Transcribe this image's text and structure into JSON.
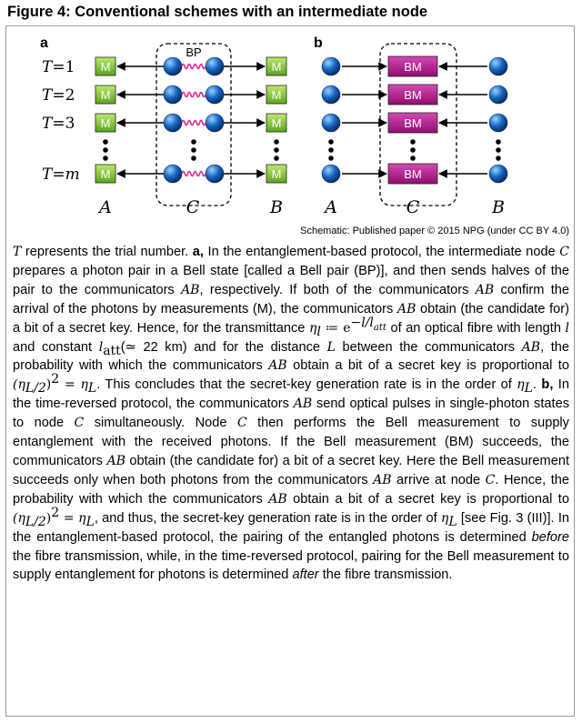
{
  "figure": {
    "title": "Figure 4: Conventional schemes with an intermediate node",
    "credit": "Schematic: Published paper © 2015 NPG (under CC BY 4.0)"
  },
  "diagram_a": {
    "panel_label": "a",
    "rows": [
      "T=1",
      "T=2",
      "T=3",
      "T=m"
    ],
    "box_label": "M",
    "pair_label": "BP",
    "nodes": [
      "A",
      "C",
      "B"
    ],
    "colors": {
      "measure_box": "#7cc52e",
      "photon": "#1565c0",
      "wavy": "#e0208c"
    }
  },
  "diagram_b": {
    "panel_label": "b",
    "box_label": "BM",
    "nodes": [
      "A",
      "C",
      "B"
    ],
    "colors": {
      "bell_box": "#b5158e",
      "photon": "#1565c0"
    }
  },
  "caption": {
    "t_sym": "T",
    "a_sym": "C",
    "ab": "AB",
    "l": "l",
    "L": "L",
    "s1": " represents the trial number. ",
    "a_label": "a,",
    "s2": " In the entanglement-based protocol, the intermediate node ",
    "s3": " prepares a photon pair in a Bell state [called a Bell pair (BP)], and then sends halves of the pair to the communicators ",
    "s4": ", respectively. If both of the communicators ",
    "s5": " confirm the arrival of the photons by measurements (M), the communicators ",
    "s6": " obtain (the candidate for) a bit of a secret key. Hence, for the transmittance ",
    "eq_eta": "η",
    "eq_def": " ≔ e",
    "eq_exp": "−l/l",
    "eq_att": "att",
    "s7": " of an optical fibre with length ",
    "s8": " and constant ",
    "latt": "l",
    "latt_sub": "att",
    "s9": "(≃ 22 km) and for the distance ",
    "s10": " between the communicators ",
    "s11": ", the probability with which the communicators ",
    "s12": " obtain a bit of a secret key is proportional to ",
    "eq_half": "(η",
    "eq_half_sub": "L/2",
    "eq_half_tail": ")",
    "eq_sq": "2",
    "eq_eq": " = η",
    "eq_L": "L",
    "s13": ". This concludes that the secret-key generation rate is in the order of ",
    "s14": ". ",
    "b_label": "b,",
    "s15": " In the time-reversed protocol, the communicators ",
    "s16": " send optical pulses in single-photon states to node ",
    "s17": " simultaneously. Node ",
    "s18": " then performs the Bell measurement to supply entanglement with the received photons. If the Bell measurement (BM) succeeds, the communicators ",
    "s19": " obtain (the candidate for) a bit of a secret key. Here the Bell measurement succeeds only when both photons from the communicators ",
    "s20": " arrive at node ",
    "s21": ". Hence, the probability with which the communicators ",
    "s22": " obtain a bit of a secret key is proportional to ",
    "s23": ", and thus, the secret-key generation rate is in the order of ",
    "s24": " [see Fig. 3 (III)]. In the entanglement-based protocol, the pairing of the entangled photons is determined ",
    "before": "before",
    "s25": " the fibre transmission, while, in the time-reversed protocol, pairing for the Bell measurement to supply entanglement for photons is determined ",
    "after": "after",
    "s26": " the fibre transmission."
  }
}
